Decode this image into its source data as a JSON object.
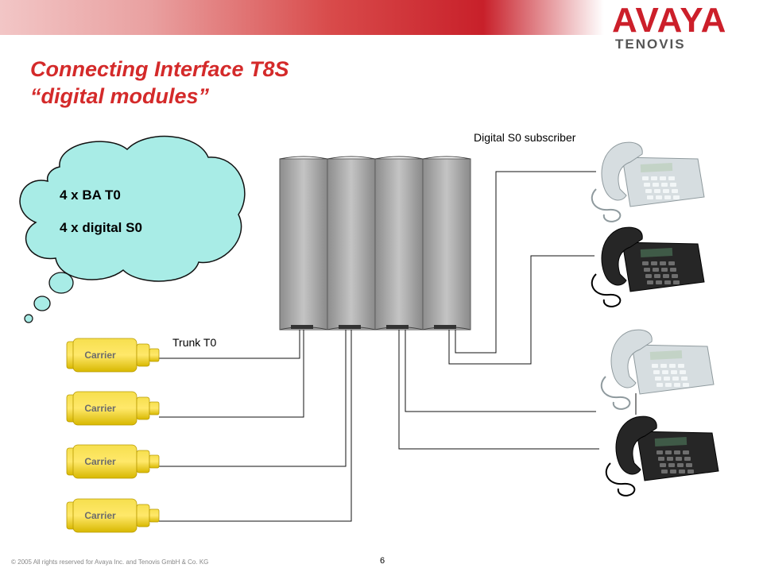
{
  "slide": {
    "title_line1": "Connecting Interface T8S",
    "title_line2": "“digital modules”",
    "logo_text": "AVAYA",
    "logo_subtext": "TENOVIS",
    "footer": "© 2005 All rights reserved for Avaya Inc. and Tenovis GmbH & Co. KG",
    "page_number": "6"
  },
  "cloud": {
    "line1": "4 x BA T0",
    "line2": "4 x digital S0"
  },
  "labels": {
    "trunk": "Trunk T0",
    "subscriber": "Digital S0 subscriber"
  },
  "carriers": [
    "Carrier",
    "Carrier",
    "Carrier",
    "Carrier"
  ],
  "phones": [
    {
      "name": "phone-1",
      "color": "light"
    },
    {
      "name": "phone-2",
      "color": "dark"
    },
    {
      "name": "phone-3",
      "color": "light"
    },
    {
      "name": "phone-4",
      "color": "dark"
    }
  ],
  "colors": {
    "title": "#d42a2a",
    "cloud_fill": "#a8ece6",
    "carrier_fill": "#f2d21e",
    "logo": "#cc1f2a"
  }
}
